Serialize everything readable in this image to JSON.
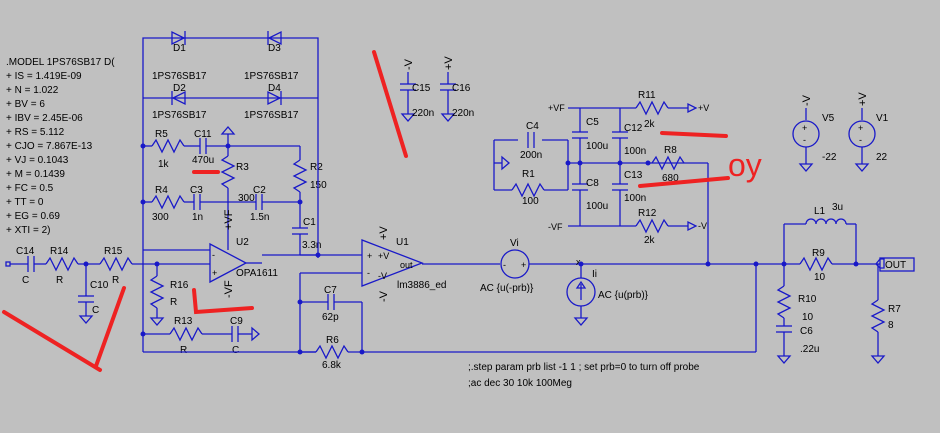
{
  "model": {
    "title": ".MODEL 1PS76SB17 D(",
    "lines": [
      "+ IS = 1.419E-09",
      "+ N = 1.022",
      "+ BV = 6",
      "+ IBV = 2.45E-06",
      "+ RS = 5.112",
      "+ CJO = 7.867E-13",
      "+ VJ = 0.1043",
      "+ M = 0.1439",
      "+ FC = 0.5",
      "+ TT = 0",
      "+ EG = 0.69",
      "+ XTI = 2)"
    ]
  },
  "diodes": [
    {
      "ref": "D1",
      "part": "1PS76SB17"
    },
    {
      "ref": "D3",
      "part": "1PS76SB17"
    },
    {
      "ref": "D2",
      "part": "1PS76SB17"
    },
    {
      "ref": "D4",
      "part": "1PS76SB17"
    }
  ],
  "parts": {
    "r5": {
      "ref": "R5",
      "val": "1k"
    },
    "c11": {
      "ref": "C11",
      "val": "470u"
    },
    "r3": {
      "ref": "R3",
      "val": "300"
    },
    "r2": {
      "ref": "R2",
      "val": "150"
    },
    "r4": {
      "ref": "R4",
      "val": "300"
    },
    "c3": {
      "ref": "C3",
      "val": "1n"
    },
    "c2": {
      "ref": "C2",
      "val": "1.5n"
    },
    "c1": {
      "ref": "C1",
      "val": "3.3n"
    },
    "c14": {
      "ref": "C14",
      "val": "C"
    },
    "r14": {
      "ref": "R14",
      "val": "R"
    },
    "r15": {
      "ref": "R15",
      "val": "R"
    },
    "c10": {
      "ref": "C10",
      "val": "C"
    },
    "r16": {
      "ref": "R16",
      "val": "R"
    },
    "r13": {
      "ref": "R13",
      "val": "R"
    },
    "c9": {
      "ref": "C9",
      "val": "C"
    },
    "c7": {
      "ref": "C7",
      "val": "62p"
    },
    "r6": {
      "ref": "R6",
      "val": "6.8k"
    },
    "c15": {
      "ref": "C15",
      "val": "220n"
    },
    "c16": {
      "ref": "C16",
      "val": "220n"
    },
    "c4": {
      "ref": "C4",
      "val": "200n"
    },
    "r1": {
      "ref": "R1",
      "val": "100"
    },
    "c5": {
      "ref": "C5",
      "val": "100u"
    },
    "c12": {
      "ref": "C12",
      "val": "100n"
    },
    "r11": {
      "ref": "R11",
      "val": "2k"
    },
    "r8": {
      "ref": "R8",
      "val": "680"
    },
    "c8": {
      "ref": "C8",
      "val": "100u"
    },
    "c13": {
      "ref": "C13",
      "val": "100n"
    },
    "r12": {
      "ref": "R12",
      "val": "2k"
    },
    "v5": {
      "ref": "V5",
      "val": "-22"
    },
    "v1": {
      "ref": "V1",
      "val": "22"
    },
    "l1": {
      "ref": "L1",
      "val": "3u"
    },
    "r9": {
      "ref": "R9",
      "val": "10"
    },
    "r10": {
      "ref": "R10",
      "val": "10"
    },
    "c6": {
      "ref": "C6",
      "val": ".22u"
    },
    "r7": {
      "ref": "R7",
      "val": "8"
    }
  },
  "opamps": {
    "u2": {
      "ref": "U2",
      "part": "OPA1611"
    },
    "u1": {
      "ref": "U1",
      "part": "lm3886_ed"
    }
  },
  "sources": {
    "vi": {
      "ref": "Vi",
      "val": "AC {u(-prb)}"
    },
    "ii": {
      "ref": "Ii",
      "val": "AC {u(prb)}"
    }
  },
  "nets": {
    "pvf": "+VF",
    "mvf": "-VF",
    "pv": "+V",
    "mv": "-V",
    "out": "OUT",
    "outpin": "out",
    "x": "x",
    "pin_plus": "+V",
    "pin_minus": "-V"
  },
  "directives": {
    "step": ";.step param prb list -1 1 ; set prb=0 to turn off probe",
    "ac": ";ac dec 30 10k 100Meg"
  },
  "annotation": "oy"
}
